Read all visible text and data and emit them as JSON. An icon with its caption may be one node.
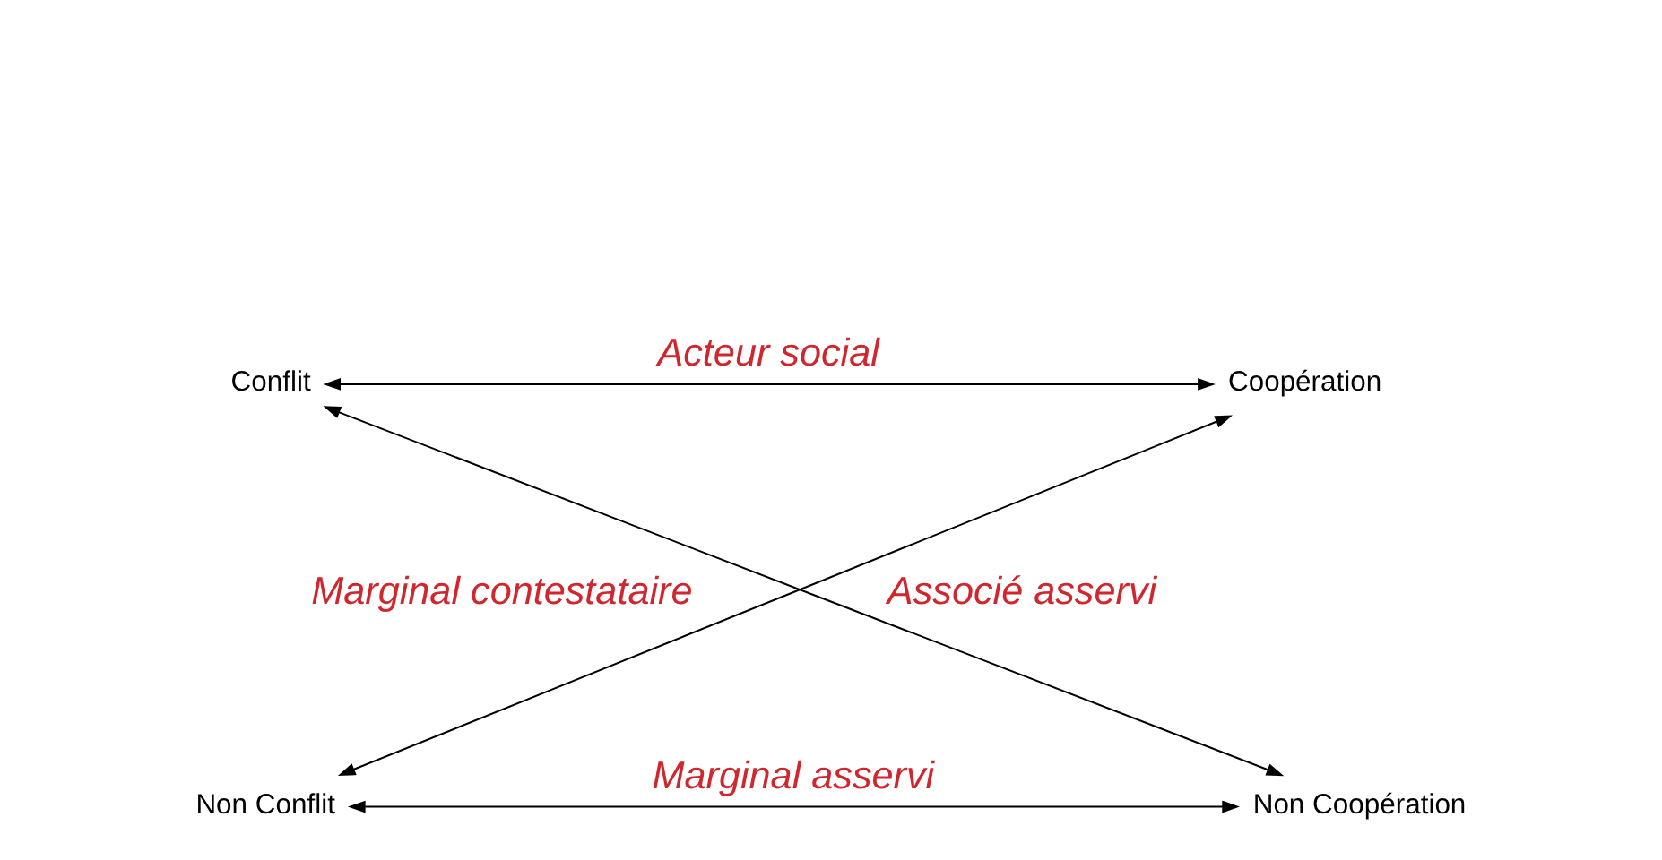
{
  "diagram": {
    "nodes": [
      {
        "text": [
          "Conflit"
        ]
      },
      {
        "text": [
          "Coopération"
        ]
      },
      {
        "text": [
          "Non Conflit"
        ]
      },
      {
        "text": [
          "Non Coopération"
        ]
      }
    ],
    "edges": [
      {
        "from": 0,
        "to": 1,
        "arrow": "both",
        "label": "Acteur social"
      },
      {
        "from": 0,
        "to": 3,
        "arrow": "both",
        "label": "Marginal contestataire"
      },
      {
        "from": 1,
        "to": 2,
        "arrow": "both",
        "label": "Associé asservi"
      },
      {
        "from": 2,
        "to": 3,
        "arrow": "both",
        "label": "Marginal asservi"
      }
    ]
  }
}
